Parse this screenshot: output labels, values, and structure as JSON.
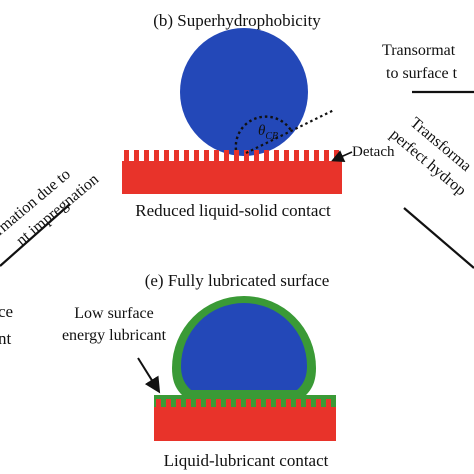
{
  "panel_b": {
    "title": "(b) Superhydrophobicity",
    "angle_label_main": "θ",
    "angle_label_sub": "CB",
    "detach_label": "Detach",
    "caption": "Reduced liquid-solid contact"
  },
  "panel_e": {
    "title": "(e) Fully lubricated surface",
    "lubricant_label_line1": "Low surface",
    "lubricant_label_line2": "energy lubricant",
    "caption": "Liquid-lubricant contact"
  },
  "cut_text": {
    "top_right_line1": "Transormat",
    "top_right_line2": "to surface t",
    "right_line1": "Transforma",
    "right_line2": "perfect hydrop",
    "left_line1": "rmation due to",
    "left_line2": "nt impregnation",
    "bottom_left_line1": "ce",
    "bottom_left_line2": "nt"
  },
  "colors": {
    "droplet": "#2348b8",
    "substrate": "#e8332a",
    "lubricant": "#3a9a36",
    "line": "#111111"
  }
}
